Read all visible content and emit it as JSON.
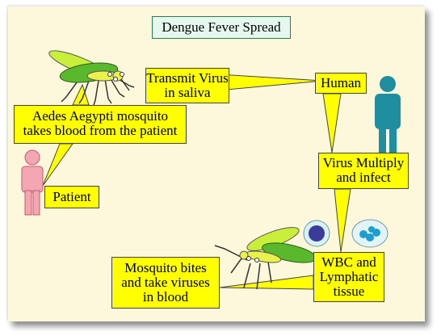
{
  "title": "Dengue Fever Spread",
  "labels": {
    "transmit": [
      "Transmit Virus",
      "in saliva"
    ],
    "human": "Human",
    "aedes": [
      "Aedes Aegypti mosquito",
      "takes blood from the patient"
    ],
    "patient": "Patient",
    "virus_multiply": [
      "Virus Multiply",
      "and infect"
    ],
    "wbc": [
      "WBC and",
      "Lymphatic",
      "tissue"
    ],
    "bites": [
      "Mosquito bites",
      "and take viruses",
      "in blood"
    ]
  },
  "colors": {
    "background": "#fdf8dc",
    "box_fill": "#ffff00",
    "title_fill": "#e4f8ee",
    "human_figure": "#1f8fa0",
    "patient_figure": "#f2a7b3",
    "mosquito_green": "#5ab82c"
  }
}
